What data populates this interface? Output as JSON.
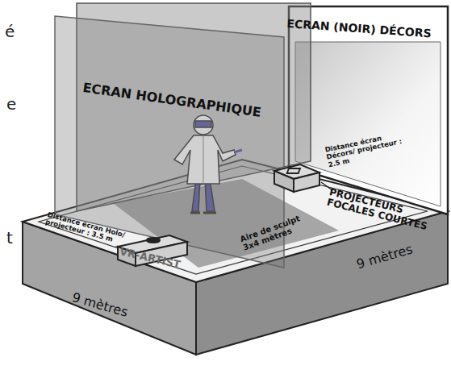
{
  "diagram": {
    "labels": [
      "é",
      "e",
      "t",
      "ECRAN HOLOGRAPHIQUE",
      "ECRAN (NOIR) DÉCORS",
      "VR-ARTIST",
      "Distance écran Décors/ projecteur : 2.5 m",
      "Distance écran Holo/ projecteur : 3.5 m",
      "PROJECTEURS FOCALES COURTES",
      "Aire de sculpt 3x4 mètres",
      "9 mètres",
      "9 mètres"
    ]
  }
}
